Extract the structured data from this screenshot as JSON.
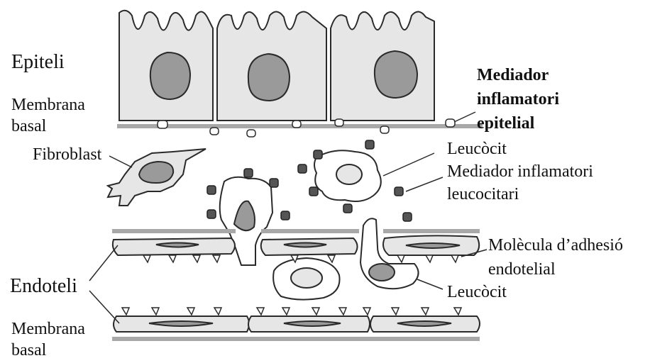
{
  "labels": {
    "epiteli": "Epiteli",
    "membrana_basal_top_1": "Membrana",
    "membrana_basal_top_2": "basal",
    "mediador_epitelial_1": "Mediador",
    "mediador_epitelial_2": "inflamatori",
    "mediador_epitelial_3": "epitelial",
    "fibroblast": "Fibroblast",
    "leucocit_top": "Leucòcit",
    "mediador_leucocitari_1": "Mediador inflamatori",
    "mediador_leucocitari_2": "leucocitari",
    "molecula_adhesio_1": "Molècula d’adhesió",
    "molecula_adhesio_2": "endotelial",
    "endoteli": "Endoteli",
    "leucocit_bottom": "Leucòcit",
    "membrana_basal_bottom_1": "Membrana",
    "membrana_basal_bottom_2": "basal"
  },
  "colors": {
    "cell_fill": "#e6e6e6",
    "nucleus_fill": "#9a9a9a",
    "membrane": "#a8a8a8",
    "outline": "#2a2a2a",
    "leukocyte_fill": "#ffffff",
    "mediator_fill": "#555555"
  }
}
